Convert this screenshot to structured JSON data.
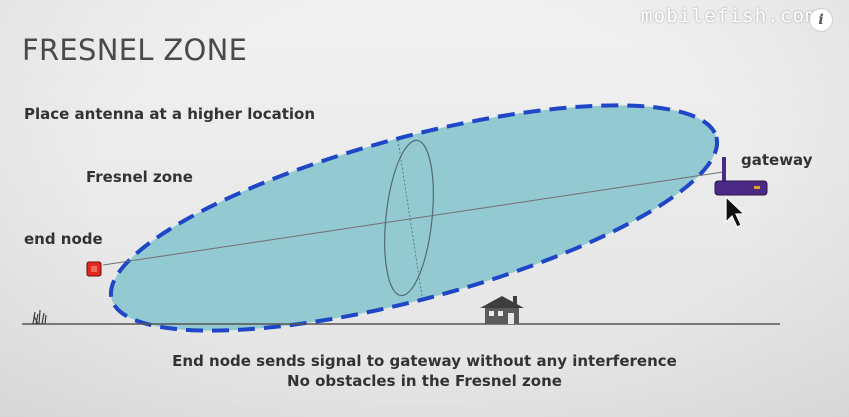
{
  "title": "FRESNEL ZONE",
  "subtitle": "Place antenna at a higher location",
  "labels": {
    "fresnel_zone": "Fresnel zone",
    "end_node": "end node",
    "gateway": "gateway"
  },
  "caption": {
    "line1": "End node sends signal to gateway without any interference",
    "line2": "No obstacles in the Fresnel zone"
  },
  "watermark": "mobilefish.com",
  "info_icon": "i",
  "icons": {
    "end_node": "red-square-node-icon",
    "gateway": "purple-router-icon",
    "house": "house-icon",
    "grass": "grass-icon",
    "cursor": "mouse-cursor-icon"
  },
  "colors": {
    "zone_fill": "#93c9d1",
    "zone_border": "#1e46c6",
    "end_node": "#e0291f",
    "gateway": "#4b2a86"
  }
}
